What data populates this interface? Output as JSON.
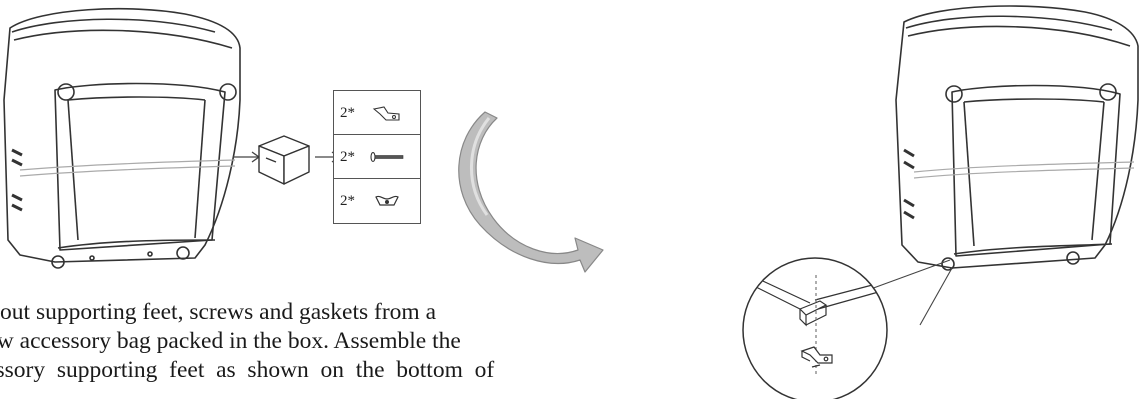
{
  "parts_list": {
    "items": [
      {
        "qty": "2*",
        "icon": "supporting-foot-bracket-icon"
      },
      {
        "qty": "2*",
        "icon": "screw-icon"
      },
      {
        "qty": "2*",
        "icon": "wing-nut-gasket-icon"
      }
    ]
  },
  "instruction": {
    "line1": "ke out supporting feet, screws and gaskets from a",
    "line2": "llow accessory bag packed in the box. Assemble the",
    "line3": "    ssory  supporting  feet  as  shown  on  the  bottom  of"
  }
}
